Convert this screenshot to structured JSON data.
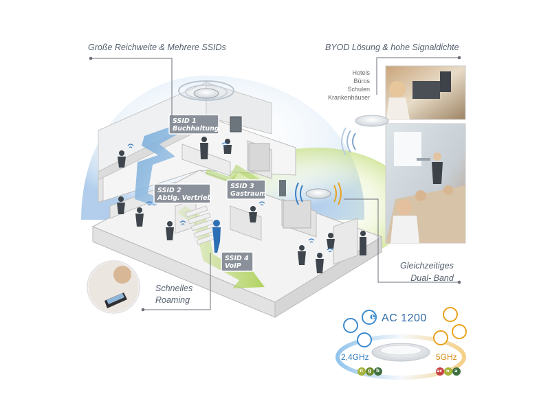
{
  "callouts": {
    "top_left": "Große Reichweite & Mehrere SSIDs",
    "top_right": "BYOD Lösung & hohe Signaldichte",
    "roaming_line1": "Schnelles",
    "roaming_line2": "Roaming",
    "dualband_line1": "Gleichzeitiges",
    "dualband_line2": "Dual- Band"
  },
  "ssids": [
    {
      "id": "SSID 1",
      "label": "Buchhaltung"
    },
    {
      "id": "SSID 2",
      "label": "Abtlg. Vertrieb"
    },
    {
      "id": "SSID 3",
      "label": "Gastraum"
    },
    {
      "id": "SSID 4",
      "label": "VoIP"
    }
  ],
  "venues": [
    "Hotels",
    "Büros",
    "Schulen",
    "Krankenhäuser"
  ],
  "badge": {
    "title": "AC 1200",
    "band_24": "2,4GHz",
    "band_5": "5GHz",
    "tags_24": [
      "n",
      "g",
      "b"
    ],
    "tags_5": [
      "ac",
      "n",
      "a"
    ]
  },
  "colors": {
    "ssid_box": "#8a9099",
    "band_24": "#2e7cbf",
    "band_5": "#d48a12",
    "coverage_blue": "#b9d6ef",
    "coverage_green": "#c9e27a",
    "callout_text": "#55606e"
  }
}
